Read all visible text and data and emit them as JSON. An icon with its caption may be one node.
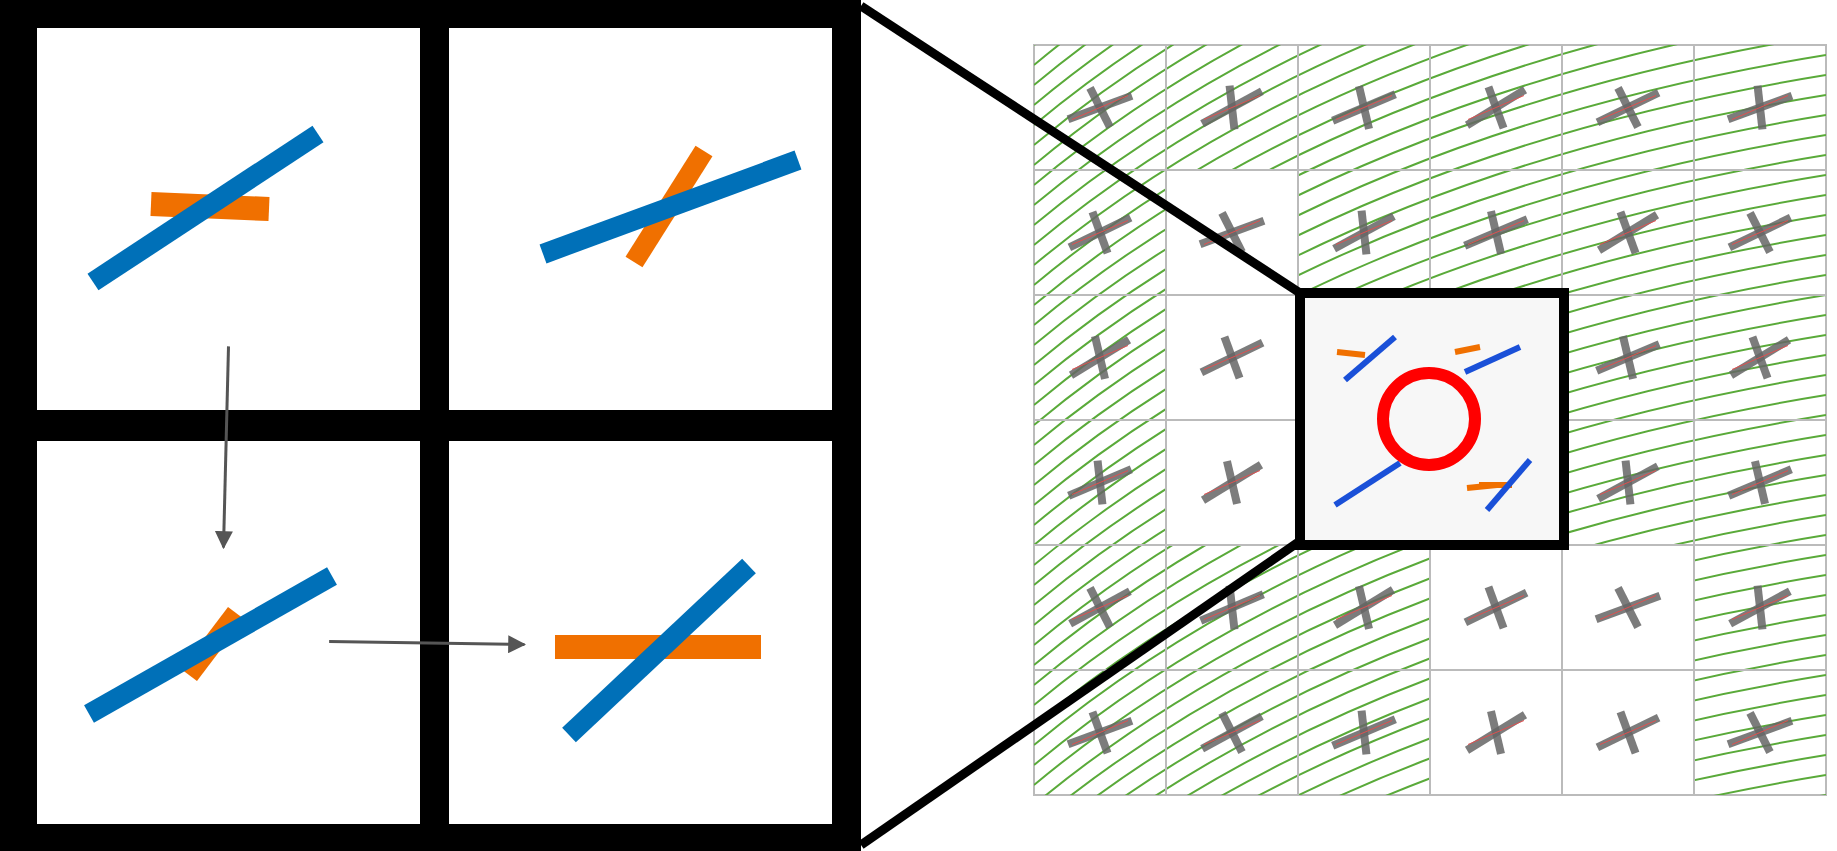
{
  "diagram": {
    "nodes": [
      {
        "text": [],
        "shape": "box"
      },
      {
        "text": [],
        "shape": "box"
      },
      {
        "text": [],
        "shape": "box"
      },
      {
        "text": [],
        "shape": "box"
      }
    ],
    "edges": [
      {
        "from": 0,
        "to": 2,
        "arrow": "to"
      },
      {
        "from": 2,
        "to": 3,
        "arrow": "to"
      }
    ]
  }
}
